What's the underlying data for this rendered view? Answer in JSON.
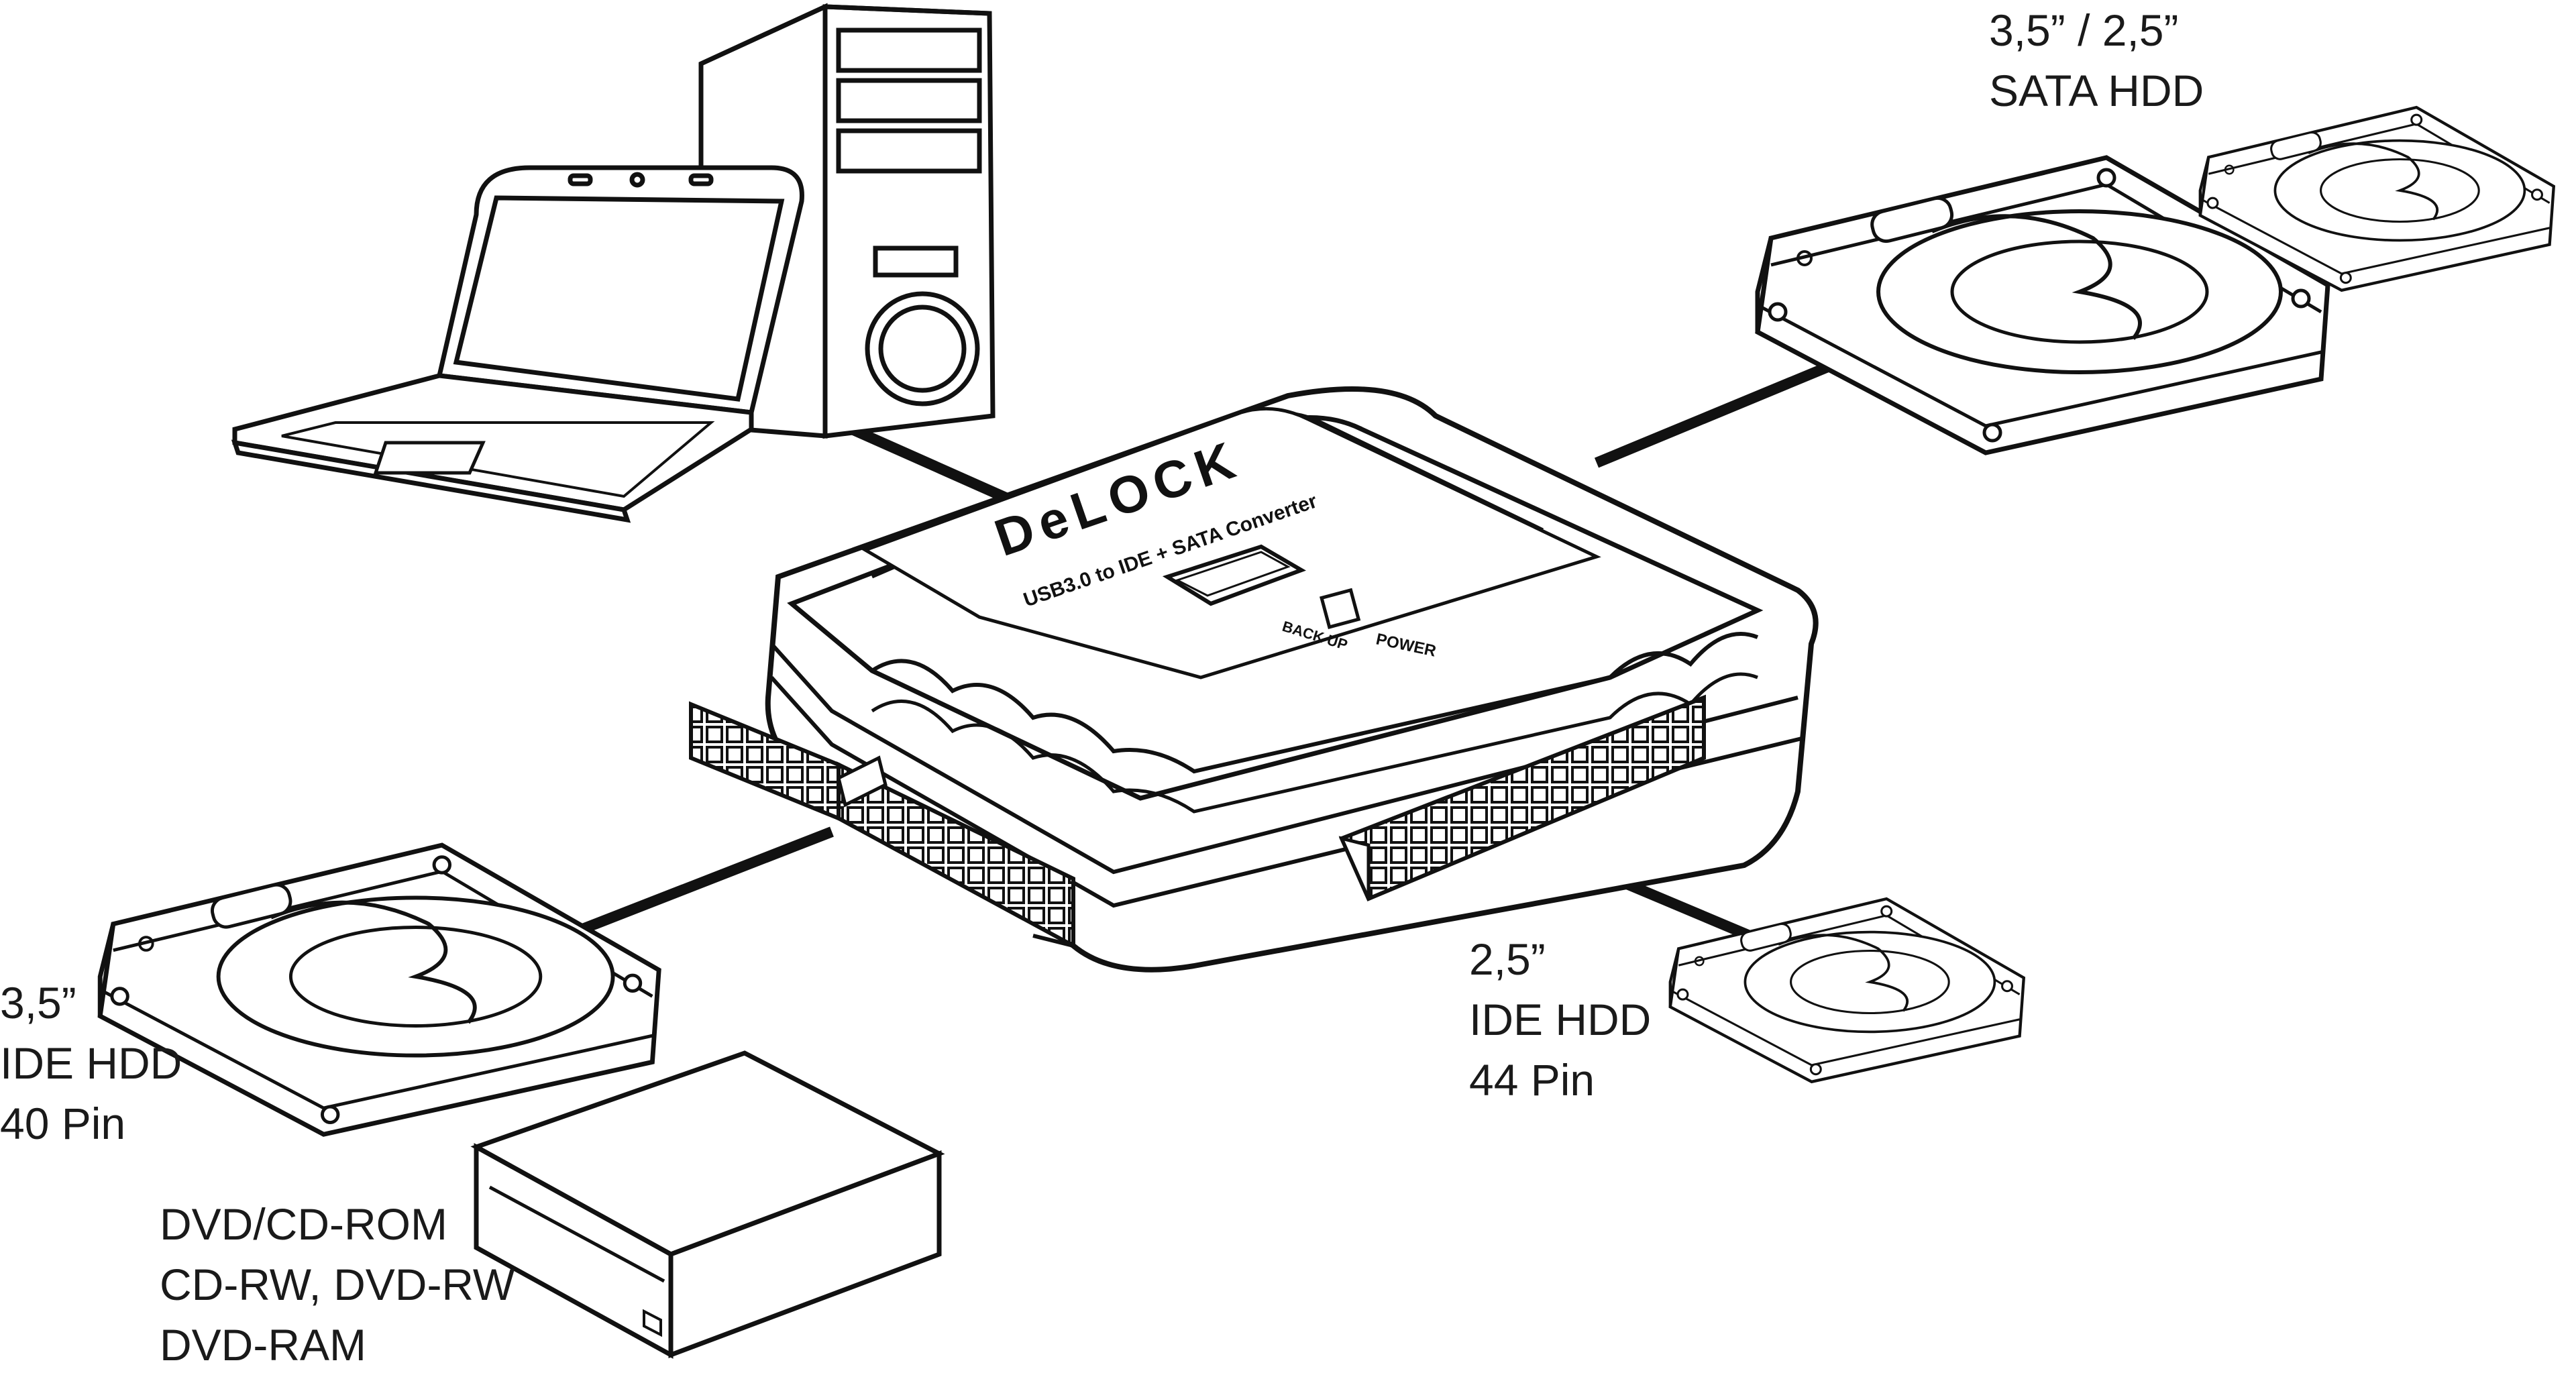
{
  "device": {
    "brand": "DeLOCK",
    "model": "USB3.0 to IDE + SATA Converter",
    "button_label": "BACK UP",
    "power_label": "POWER"
  },
  "labels": {
    "sata_hdd": {
      "line1": "3,5” / 2,5”",
      "line2": "SATA  HDD"
    },
    "ide_25": {
      "line1": "2,5”",
      "line2": "IDE HDD",
      "line3": "44 Pin"
    },
    "ide_35": {
      "line1": "3,5”",
      "line2": "IDE HDD",
      "line3": "40 Pin"
    },
    "optical": {
      "line1": "DVD/CD-ROM",
      "line2": "CD-RW, DVD-RW",
      "line3": "DVD-RAM"
    }
  },
  "colors": {
    "stroke": "#111111",
    "fill": "#ffffff",
    "text": "#1a1a1a"
  }
}
